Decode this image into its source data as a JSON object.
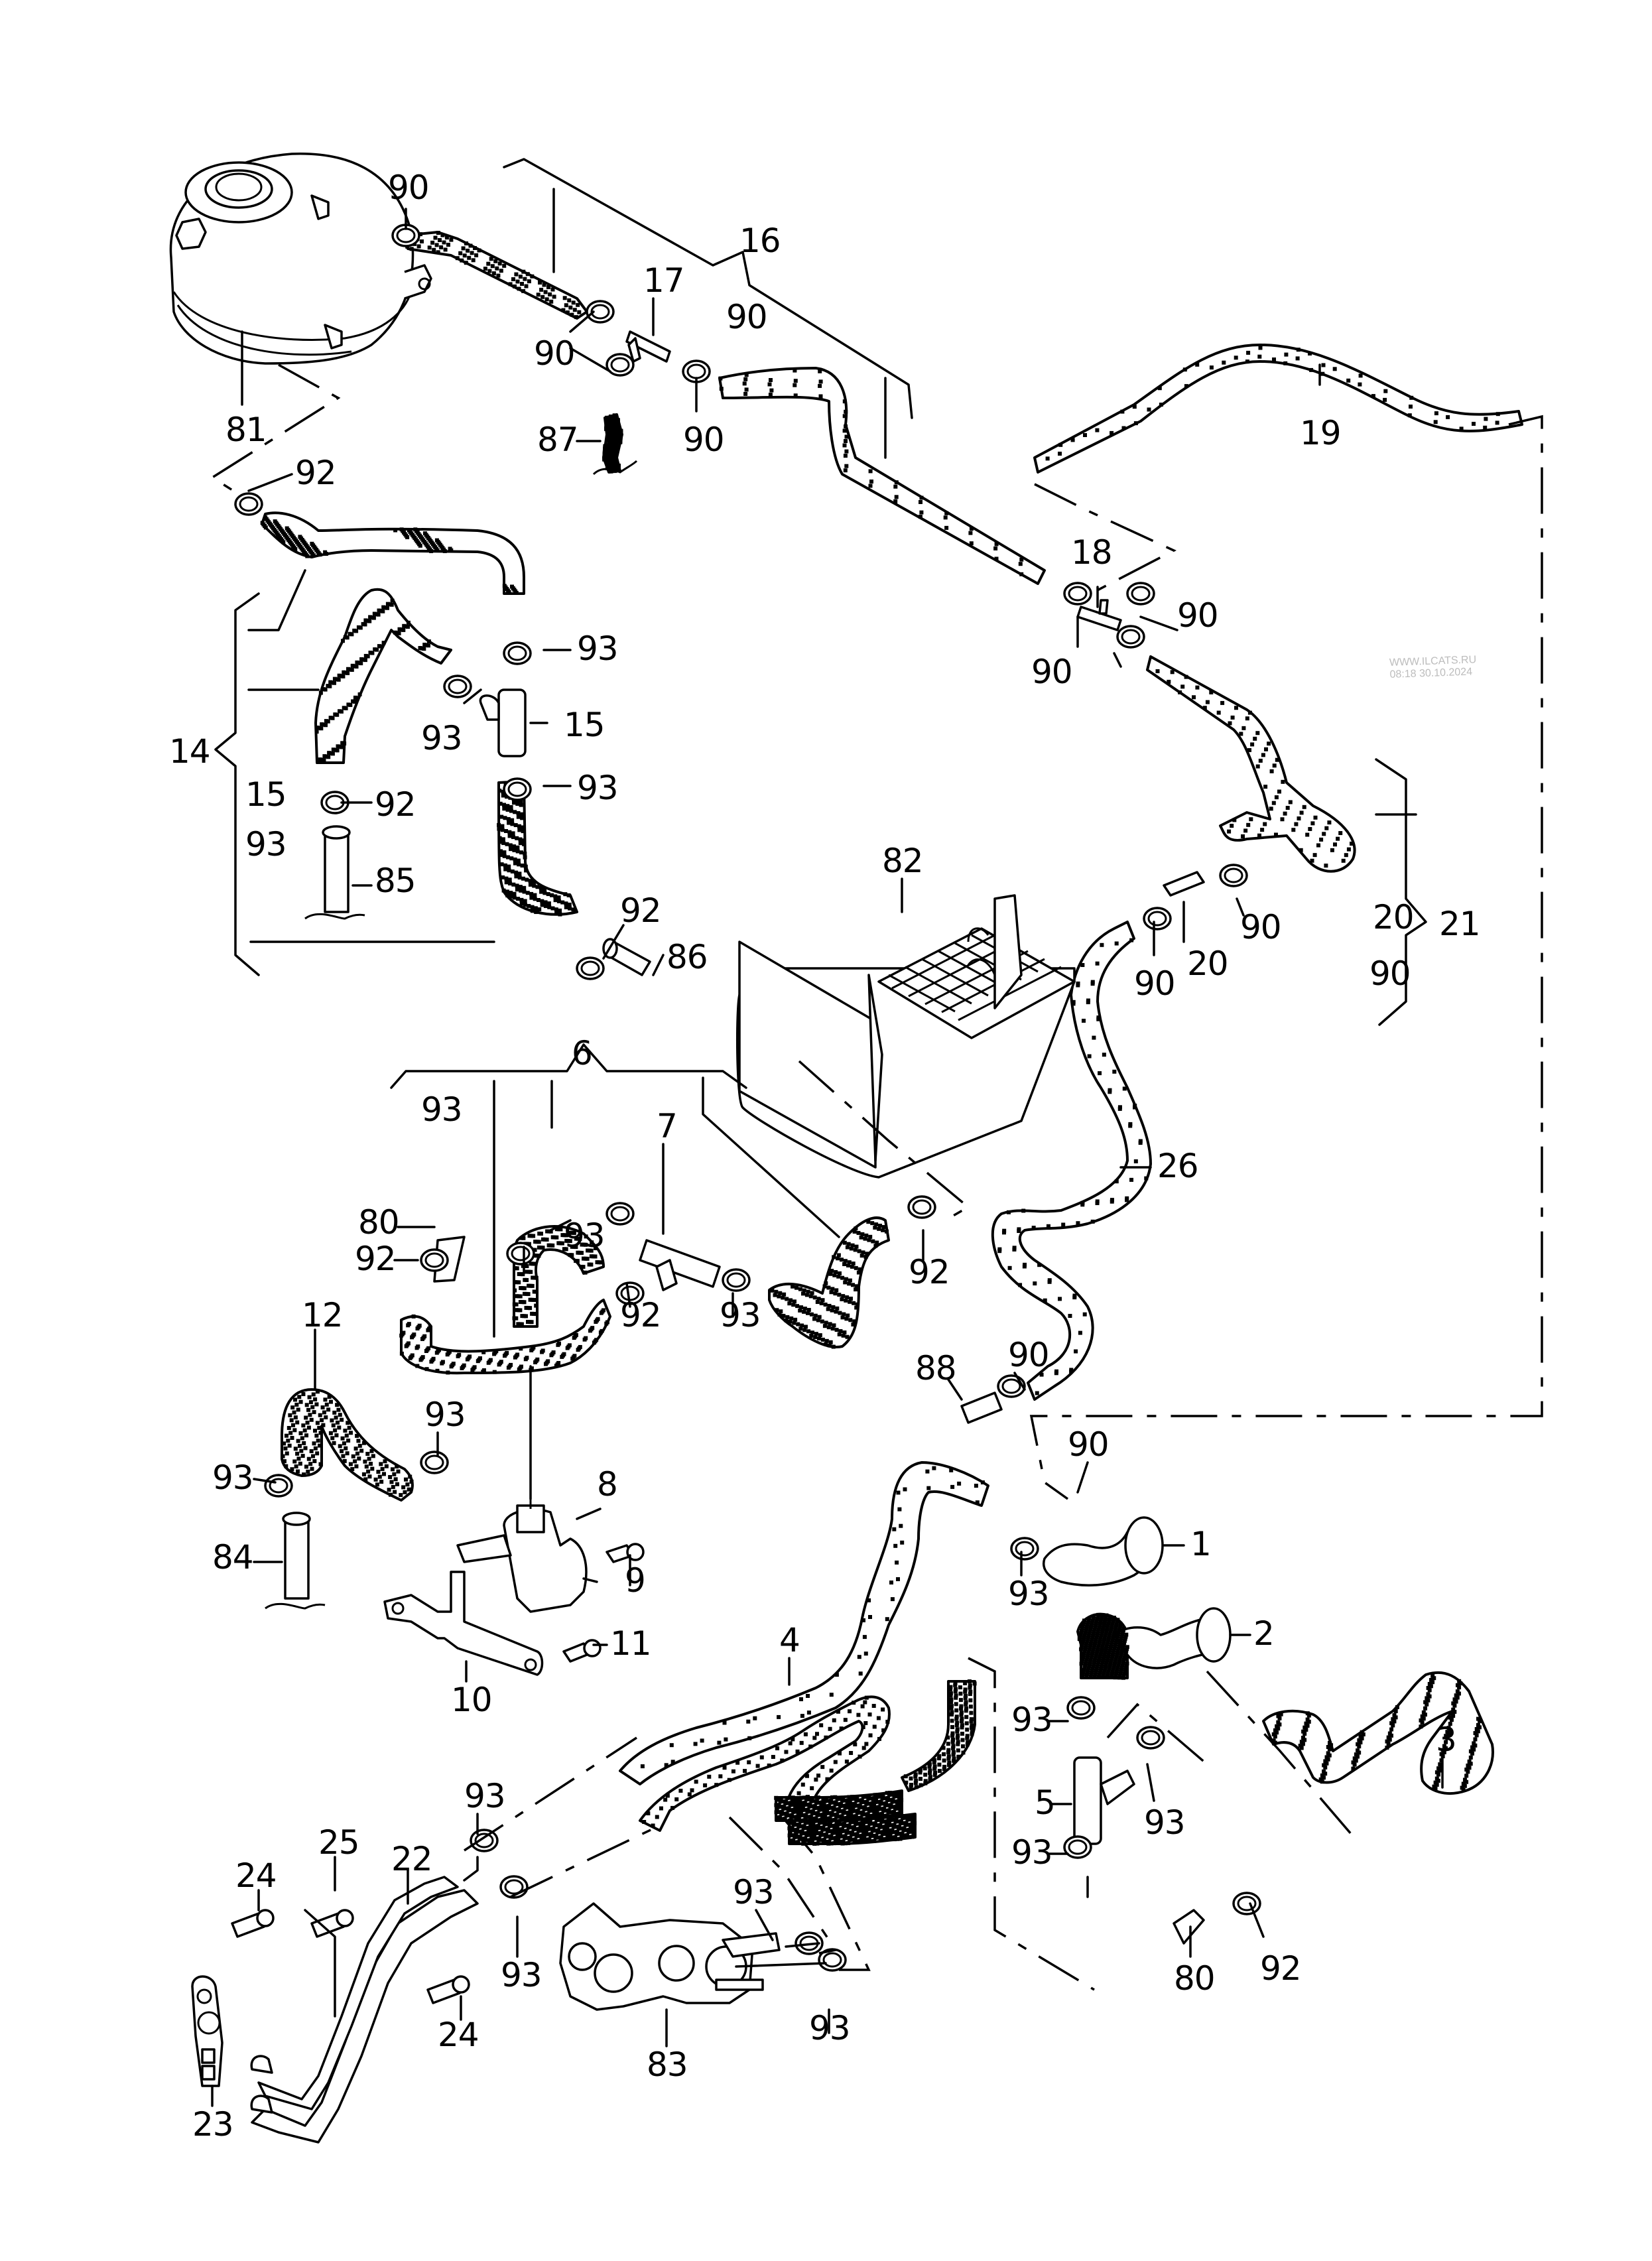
{
  "diagram": {
    "title": "Coolant system hoses exploded parts diagram",
    "watermark": {
      "line1": "WWW.ILCATS.RU",
      "line2": "08:18 30.10.2024"
    },
    "parts": [
      {
        "id": "expansion-tank",
        "number": "81"
      },
      {
        "id": "heater-core",
        "number": "82"
      },
      {
        "id": "thermostat-housing",
        "number": "83"
      },
      {
        "id": "pump",
        "number": "8"
      },
      {
        "id": "t-piece-7",
        "number": "7"
      },
      {
        "id": "t-piece-15",
        "number": "15"
      },
      {
        "id": "connector-5",
        "number": "5"
      },
      {
        "id": "coolant-pipe",
        "number": "22"
      }
    ],
    "callouts": [
      {
        "text": "90"
      },
      {
        "text": "16"
      },
      {
        "text": "17"
      },
      {
        "text": "90"
      },
      {
        "text": "90"
      },
      {
        "text": "90"
      },
      {
        "text": "81"
      },
      {
        "text": "87"
      },
      {
        "text": "92"
      },
      {
        "text": "19"
      },
      {
        "text": "18"
      },
      {
        "text": "90"
      },
      {
        "text": "90"
      },
      {
        "text": "93"
      },
      {
        "text": "93"
      },
      {
        "text": "15"
      },
      {
        "text": "14"
      },
      {
        "text": "93"
      },
      {
        "text": "15"
      },
      {
        "text": "92"
      },
      {
        "text": "93"
      },
      {
        "text": "85"
      },
      {
        "text": "92"
      },
      {
        "text": "86"
      },
      {
        "text": "82"
      },
      {
        "text": "90"
      },
      {
        "text": "20"
      },
      {
        "text": "90"
      },
      {
        "text": "20"
      },
      {
        "text": "21"
      },
      {
        "text": "90"
      },
      {
        "text": "6"
      },
      {
        "text": "93"
      },
      {
        "text": "7"
      },
      {
        "text": "26"
      },
      {
        "text": "80"
      },
      {
        "text": "93"
      },
      {
        "text": "92"
      },
      {
        "text": "92"
      },
      {
        "text": "93"
      },
      {
        "text": "92"
      },
      {
        "text": "12"
      },
      {
        "text": "88"
      },
      {
        "text": "90"
      },
      {
        "text": "93"
      },
      {
        "text": "8"
      },
      {
        "text": "90"
      },
      {
        "text": "93"
      },
      {
        "text": "84"
      },
      {
        "text": "9"
      },
      {
        "text": "1"
      },
      {
        "text": "93"
      },
      {
        "text": "11"
      },
      {
        "text": "10"
      },
      {
        "text": "4"
      },
      {
        "text": "2"
      },
      {
        "text": "93"
      },
      {
        "text": "93"
      },
      {
        "text": "3"
      },
      {
        "text": "5"
      },
      {
        "text": "93"
      },
      {
        "text": "25"
      },
      {
        "text": "22"
      },
      {
        "text": "24"
      },
      {
        "text": "93"
      },
      {
        "text": "93"
      },
      {
        "text": "92"
      },
      {
        "text": "80"
      },
      {
        "text": "93"
      },
      {
        "text": "24"
      },
      {
        "text": "23"
      },
      {
        "text": "83"
      },
      {
        "text": "93"
      }
    ]
  }
}
